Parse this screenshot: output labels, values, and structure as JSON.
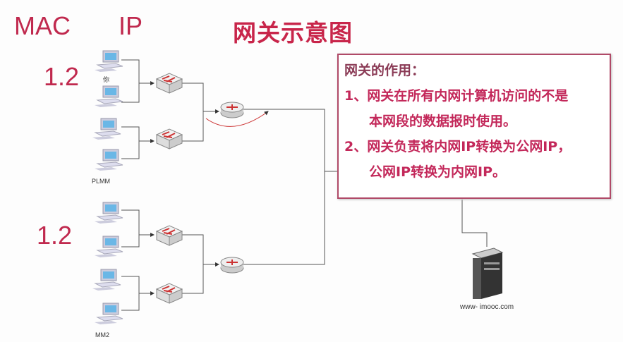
{
  "header": {
    "mac": "MAC",
    "ip": "IP",
    "title": "网关示意图"
  },
  "left_labels": [
    "1.2",
    "1.2"
  ],
  "node_labels": {
    "pc_you": "你",
    "pc_group1": "PLMM",
    "pc_group2": "MM2",
    "server": "www- imooc.com"
  },
  "info_box": {
    "heading": "网关的作用：",
    "item1_line1": "1、网关在所有内网计算机访问的不是",
    "item1_line2": "本网段的数据报时使用。",
    "item2_line1": "2、网关负责将内网IP转换为公网IP，",
    "item2_line2": "公网IP转换为内网IP。"
  },
  "colors": {
    "accent": "#c8254a",
    "border": "#b04a68"
  }
}
